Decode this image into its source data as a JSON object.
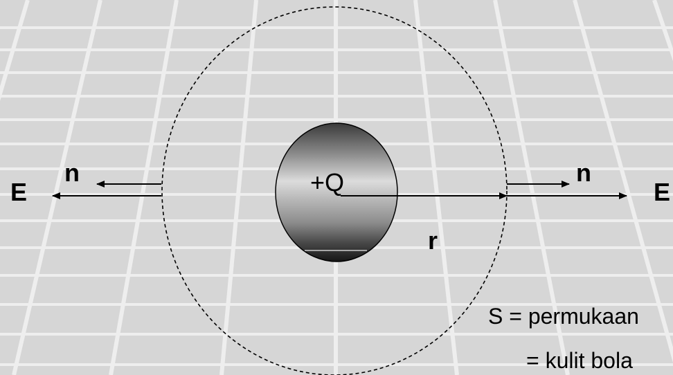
{
  "colors": {
    "background": "#d6d6d6",
    "grid_line": "#eeeeee",
    "ink": "#000000"
  },
  "labels": {
    "charge": "+Q",
    "radius": "r",
    "normal_left": "n",
    "normal_right": "n",
    "field_left": "E",
    "field_right": "E",
    "surface_line1": "S = permukaan",
    "surface_line2": "= kulit bola"
  }
}
